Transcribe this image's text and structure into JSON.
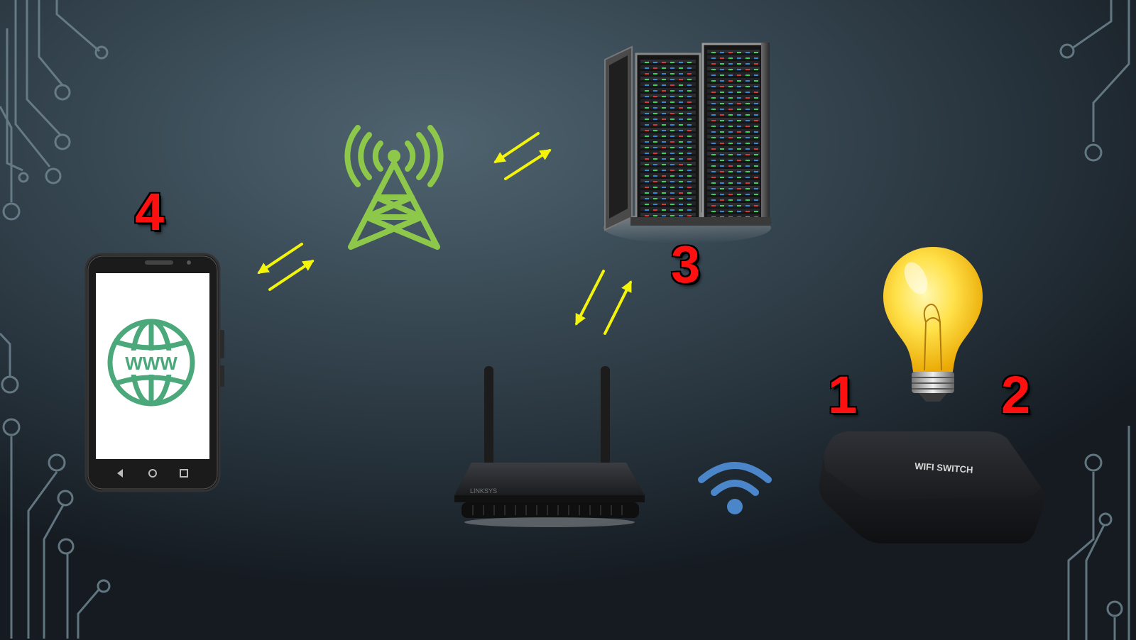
{
  "labels": {
    "n1": "1",
    "n2": "2",
    "n3": "3",
    "n4": "4"
  },
  "phone": {
    "screen_text": "WWW"
  },
  "router": {
    "brand": "LINKSYS"
  },
  "switch": {
    "label": "WIFI SWITCH"
  },
  "colors": {
    "arrow": "#f4f40a",
    "tower": "#8dc84a",
    "globe": "#4aa87a",
    "wifi": "#4a86c9",
    "number": "#ff1010",
    "circuit": "#6f8590"
  }
}
